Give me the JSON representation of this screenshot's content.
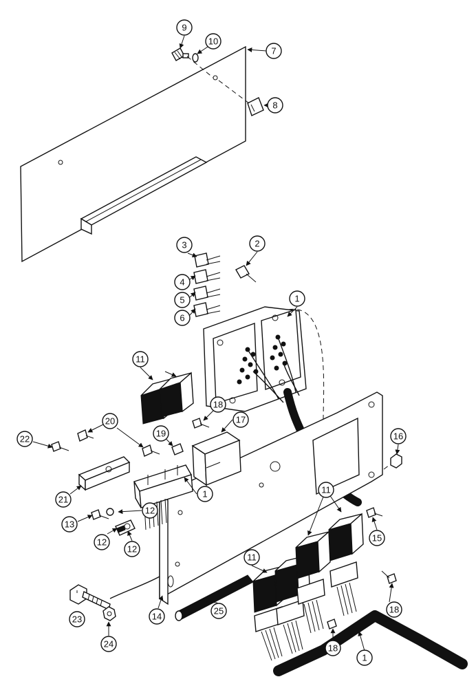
{
  "callouts": [
    "1",
    "2",
    "3",
    "4",
    "5",
    "6",
    "7",
    "8",
    "9",
    "10",
    "11",
    "12",
    "13",
    "14",
    "15",
    "16",
    "17",
    "18",
    "19",
    "20",
    "21",
    "22",
    "23",
    "24",
    "25"
  ]
}
